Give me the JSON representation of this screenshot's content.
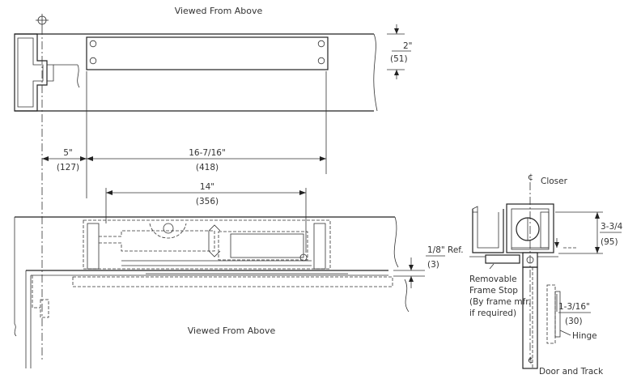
{
  "views": {
    "top_title": "Viewed From Above",
    "bottom_title": "Viewed From Above"
  },
  "dims": {
    "d2_in": "2\"",
    "d2_mm": "(51)",
    "d5_in": "5\"",
    "d5_mm": "(127)",
    "d16_in": "16-7/16\"",
    "d16_mm": "(418)",
    "d14_in": "14\"",
    "d14_mm": "(356)",
    "d18_in": "1/8\"",
    "d18_ref": "Ref.",
    "d18_mm": "(3)",
    "d334_in": "3-3/4",
    "d334_mm": "(95)",
    "d1316_in": "1-3/16\"",
    "d1316_mm": "(30)"
  },
  "labels": {
    "closer": "Closer",
    "removable": [
      "Removable",
      "Frame Stop",
      "(By frame mfr.",
      "if required)"
    ],
    "hinge": "Hinge",
    "door_track": "Door and Track",
    "cl_glyph": "¢",
    "caption_partial": "…"
  },
  "colors": {
    "line": "#222222",
    "text": "#333333"
  }
}
